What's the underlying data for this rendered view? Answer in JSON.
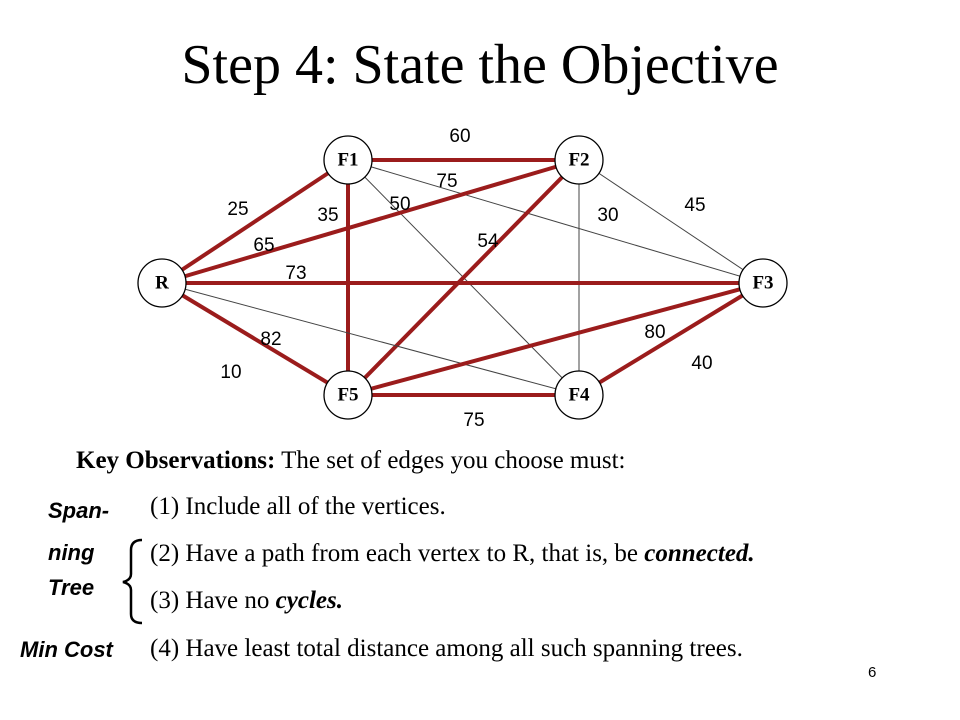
{
  "slide": {
    "title": "Step 4: State the Objective",
    "page_number": "6"
  },
  "graph": {
    "nodes": [
      {
        "id": "F1",
        "label": "F1"
      },
      {
        "id": "F2",
        "label": "F2"
      },
      {
        "id": "R",
        "label": "R"
      },
      {
        "id": "F3",
        "label": "F3"
      },
      {
        "id": "F5",
        "label": "F5"
      },
      {
        "id": "F4",
        "label": "F4"
      }
    ],
    "edges": [
      {
        "from": "F1",
        "to": "F2",
        "weight": "60",
        "selected": true
      },
      {
        "from": "F1",
        "to": "F3",
        "weight": "75",
        "selected": false
      },
      {
        "from": "F1",
        "to": "F4",
        "weight": "50",
        "selected": false
      },
      {
        "from": "R",
        "to": "F1",
        "weight": "25",
        "selected": true
      },
      {
        "from": "F1",
        "to": "F5",
        "weight": "35",
        "selected": true
      },
      {
        "from": "R",
        "to": "F2",
        "weight": "65",
        "selected": true
      },
      {
        "from": "F2",
        "to": "F5",
        "weight": "54",
        "selected": true
      },
      {
        "from": "F2",
        "to": "F4",
        "weight": "30",
        "selected": false
      },
      {
        "from": "F2",
        "to": "F3",
        "weight": "45",
        "selected": false
      },
      {
        "from": "R",
        "to": "F3",
        "weight": "73",
        "selected": true
      },
      {
        "from": "R",
        "to": "F4",
        "weight": "82",
        "selected": false
      },
      {
        "from": "R",
        "to": "F5",
        "weight": "10",
        "selected": true
      },
      {
        "from": "F3",
        "to": "F5",
        "weight": "80",
        "selected": true
      },
      {
        "from": "F3",
        "to": "F4",
        "weight": "40",
        "selected": true
      },
      {
        "from": "F5",
        "to": "F4",
        "weight": "75",
        "selected": true
      }
    ],
    "colors": {
      "selected_edge": "#9b1c1c",
      "plain_edge": "#444444"
    }
  },
  "observations": {
    "heading": "Key Observations:",
    "intro": "The set of edges you choose must:",
    "items": [
      {
        "num": "(1)",
        "text": "Include all of the vertices."
      },
      {
        "num": "(2)",
        "text": "Have a path from each vertex to R, that is, be",
        "emph": "connected."
      },
      {
        "num": "(3)",
        "text": "Have no",
        "emph": "cycles."
      },
      {
        "num": "(4)",
        "text": "Have least total distance among all such spanning trees."
      }
    ]
  },
  "labels": {
    "spanning_1": "Span-",
    "spanning_2": "ning",
    "spanning_3": "Tree",
    "min_cost": "Min Cost"
  }
}
